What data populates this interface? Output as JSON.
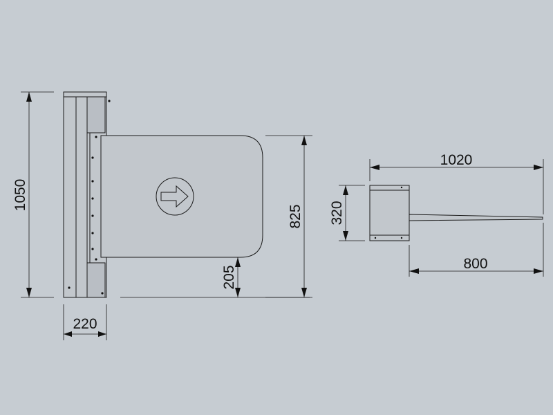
{
  "colors": {
    "background": "#c6ccd2",
    "line": "#1a1a1a",
    "body": "#c2c7cc"
  },
  "icons": {
    "direction": "right-arrow-icon"
  },
  "dimensions": {
    "total_height": "1050",
    "post_width": "220",
    "gate_height": "825",
    "ground_clearance": "205",
    "total_length": "1020",
    "top_depth": "320",
    "wing_length": "800"
  }
}
